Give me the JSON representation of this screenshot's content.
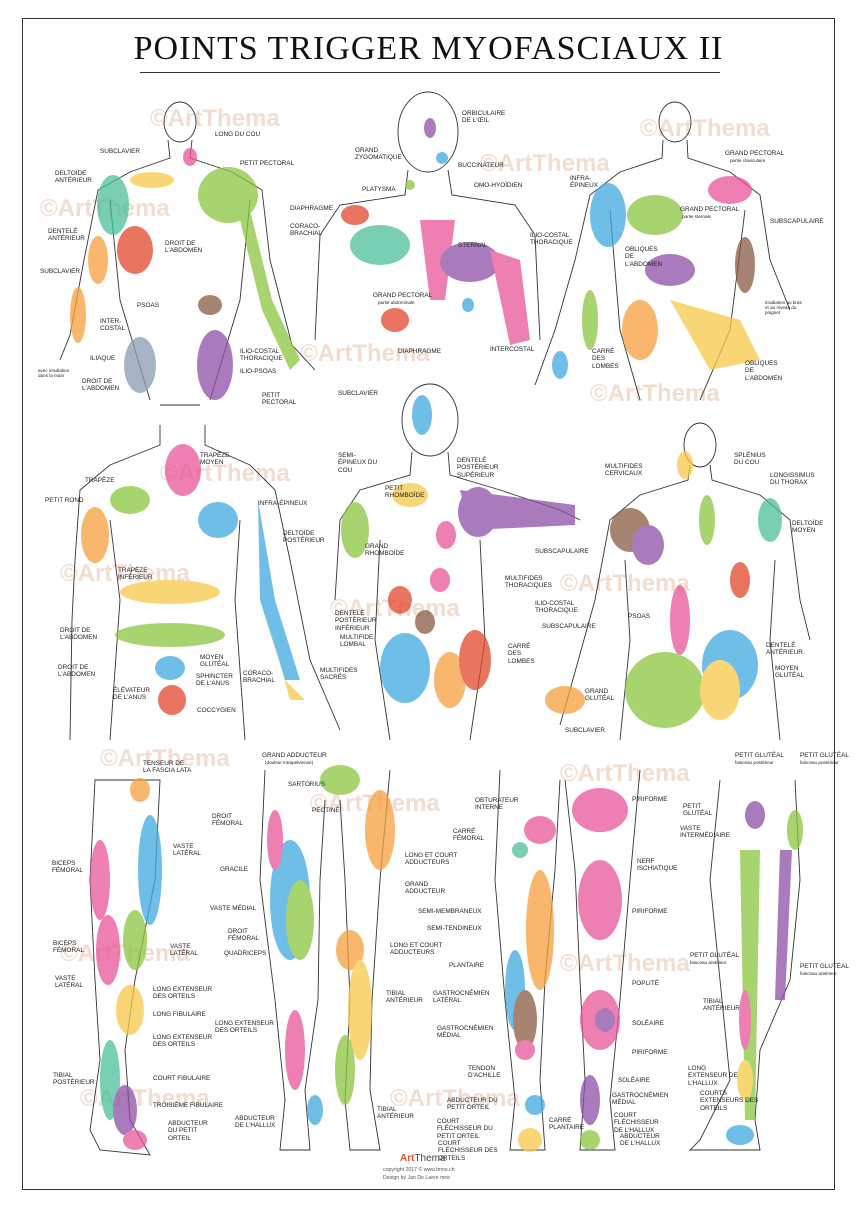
{
  "title": "POINTS TRIGGER MYOFASCIAUX II",
  "watermark": "©ArtThema",
  "footer": {
    "brand": "Art",
    "brand_suffix": "Thema",
    "copyright": "copyright 2017 © www.tmno.ch",
    "design": "Design by Jan De Laere mrw"
  },
  "colors": {
    "orange": "#f6a03c",
    "pink": "#e8559a",
    "green": "#8cc63f",
    "blue": "#3fa9e0",
    "purple": "#8e4fa6",
    "yellow": "#f7c948",
    "red": "#e2472b",
    "brown": "#8a5a44",
    "teal": "#4bbf9a",
    "grey": "#8a9bb0"
  },
  "labels": {
    "p1": [
      "LONG DU COU",
      "SUBCLAVIER",
      "PETIT PECTORAL",
      "DELTOÏDE ANTÉRIEUR",
      "DENTELÉ ANTÉRIEUR",
      "DROIT DE L'ABDOMEN",
      "SUBCLAVIER",
      "PSOAS",
      "INTER-COSTAL",
      "ILIAQUE",
      "ILIO-COSTAL THORACIQUE",
      "ILIO-PSOAS",
      "DROIT DE L'ABDOMEN",
      "PETIT PECTORAL",
      "SUBCLAVIER",
      "avec irradiation dans la main"
    ],
    "p2": [
      "ORBICULAIRE DE L'ŒIL",
      "GRAND ZYGOMATIQUE",
      "BUCCINATEUR",
      "PLATYSMA",
      "OMO-HYOÏDIEN",
      "DIAPHRAGME",
      "CORACO-BRACHIAL",
      "STERNAL",
      "ILIO-COSTAL THORACIQUE",
      "GRAND PECTORAL",
      "partie abdominale",
      "DIAPHRAGME",
      "INTERCOSTAL"
    ],
    "p3": [
      "INFRA-ÉPINEUX",
      "GRAND PECTORAL",
      "partie claviculaire",
      "GRAND PECTORAL",
      "partie sternale",
      "SUBSCAPULAIRE",
      "OBLIQUES DE L'ABDOMEN",
      "CARRÉ DES LOMBES",
      "OBLIQUES DE L'ABDOMEN",
      "irradiation au bras et au niveau du poignet"
    ],
    "p4": [
      "TRAPÈZE MOYEN",
      "TRAPÈZE",
      "PETIT ROND",
      "INFRA-ÉPINEUX",
      "DELTOÏDE POSTÉRIEUR",
      "TRAPÈZE INFÉRIEUR",
      "DROIT DE L'ABDOMEN",
      "DROIT DE L'ABDOMEN",
      "MOYEN GLUTÉAL",
      "CORACO-BRACHIAL",
      "SPHINCTER DE L'ANUS",
      "ÉLÉVATEUR DE L'ANUS",
      "COCCYGIEN"
    ],
    "p5": [
      "SEMI-ÉPINEUX DU COU",
      "DENTELÉ POSTÉRIEUR SUPÉRIEUR",
      "PETIT RHOMBOÏDE",
      "GRAND RHOMBOÏDE",
      "SUBSCAPULAIRE",
      "MULTIFIDES THORACIQUES",
      "DENTELÉ POSTÉRIEUR INFÉRIEUR",
      "MULTIFIDE LOMBAL",
      "CARRÉ DES LOMBES",
      "MULTIFIDES SACRÉS",
      "ILIO-COSTAL THORACIQUE",
      "SUBSCAPULAIRE",
      "PSOAS",
      "SUBCLAVIER"
    ],
    "p6": [
      "MULTIFIDES CERVICAUX",
      "SPLÉNIUS DU COU",
      "LONGISSIMUS DU THORAX",
      "DELTOÏDE MOYEN",
      "DENTELÉ ANTÉRIEUR",
      "MOYEN GLUTÉAL",
      "GRAND GLUTÉAL"
    ],
    "p7": [
      "TENSEUR DE LA FASCIA LATA",
      "VASTE LATÉRAL",
      "BICEPS FÉMORAL",
      "BICEPS FÉMORAL",
      "VASTE LATÉRAL",
      "VASTE LATÉRAL",
      "LONG EXTENSEUR DES ORTEILS",
      "LONG FIBULAIRE",
      "LONG EXTENSEUR DES ORTEILS",
      "COURT FIBULAIRE",
      "TIBIAL POSTÉRIEUR",
      "TROISIÈME FIBULAIRE",
      "ABDUCTEUR DU PETIT ORTEIL"
    ],
    "p8": [
      "GRAND ADDUCTEUR",
      "(douleur intrapelvienne)",
      "SARTORIUS",
      "DROIT FÉMORAL",
      "PECTINÉ",
      "GRACILE",
      "LONG ET COURT ADDUCTEURS",
      "GRAND ADDUCTEUR",
      "VASTE MÉDIAL",
      "DROIT FÉMORAL",
      "QUADRICEPS",
      "LONG ET COURT ADDUCTEURS",
      "TIBIAL ANTÉRIEUR",
      "LONG EXTENSEUR DES ORTEILS",
      "ABDUCTEUR DE L'HALLUX",
      "TIBIAL ANTÉRIEUR"
    ],
    "p9": [
      "OBTURATEUR INTERNE",
      "PIRIFORME",
      "CARRÉ FÉMORAL",
      "NERF ISCHIATIQUE",
      "SEMI-MEMBRANEUX",
      "PIRIFORME",
      "SEMI-TENDINEUX",
      "PLANTAIRE",
      "POPLITÉ",
      "GASTROCNÉMIEN LATÉRAL",
      "SOLÉAIRE",
      "GASTROCNÉMIEN MÉDIAL",
      "PIRIFORME",
      "TENDON D'ACHILLE",
      "SOLÉAIRE",
      "GASTROCNÉMIEN MÉDIAL",
      "ABDUCTEUR DU PETIT ORTEIL",
      "CARRÉ PLANTAIRE",
      "COURT FLÉCHISSEUR DU PETIT ORTEIL",
      "COURT FLÉCHISSEUR DE L'HALLUX",
      "COURT FLÉCHISSEUR DES ORTEILS",
      "ABDUCTEUR DE L'HALLUX"
    ],
    "p10": [
      "PETIT GLUTÉAL",
      "faisceau postérieur",
      "PETIT GLUTÉAL",
      "faisceau postérieur",
      "PETIT GLUTÉAL",
      "VASTE INTERMÉDIAIRE",
      "PETIT GLUTÉAL",
      "faisceau antérieur",
      "PETIT GLUTÉAL",
      "faisceau antérieur",
      "TIBIAL ANTÉRIEUR",
      "LONG EXTENSEUR DE L'HALLUX",
      "COURTS EXTENSEURS DES ORTEILS"
    ]
  }
}
